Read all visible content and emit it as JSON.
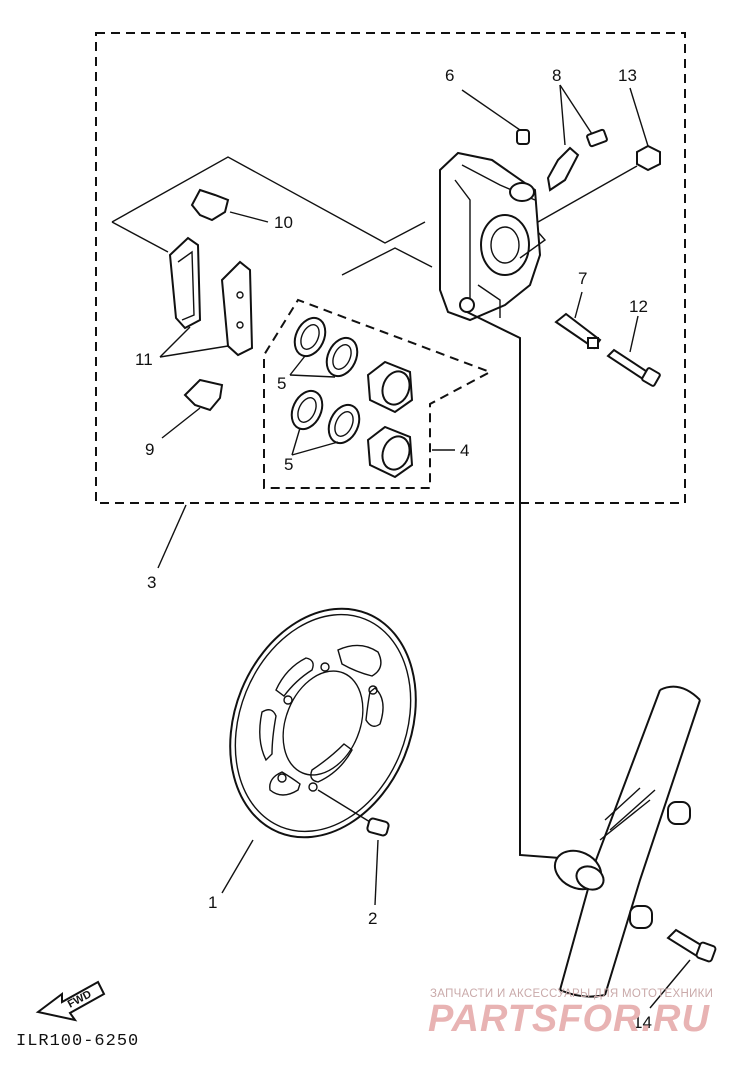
{
  "diagram": {
    "callouts": {
      "c1": "1",
      "c2": "2",
      "c3": "3",
      "c4": "4",
      "c5a": "5",
      "c5b": "5",
      "c6": "6",
      "c7": "7",
      "c8": "8",
      "c9": "9",
      "c10": "10",
      "c11": "11",
      "c12": "12",
      "c13": "13",
      "c14": "14"
    },
    "fwd_label": "FWD",
    "drawing_code": "ILR100-6250"
  },
  "watermark": {
    "tagline": "ЗАПЧАСТИ И АКСЕССУАРЫ ДЛЯ МОТОТЕХНИКИ",
    "brand": "PARTSFOR.RU"
  }
}
